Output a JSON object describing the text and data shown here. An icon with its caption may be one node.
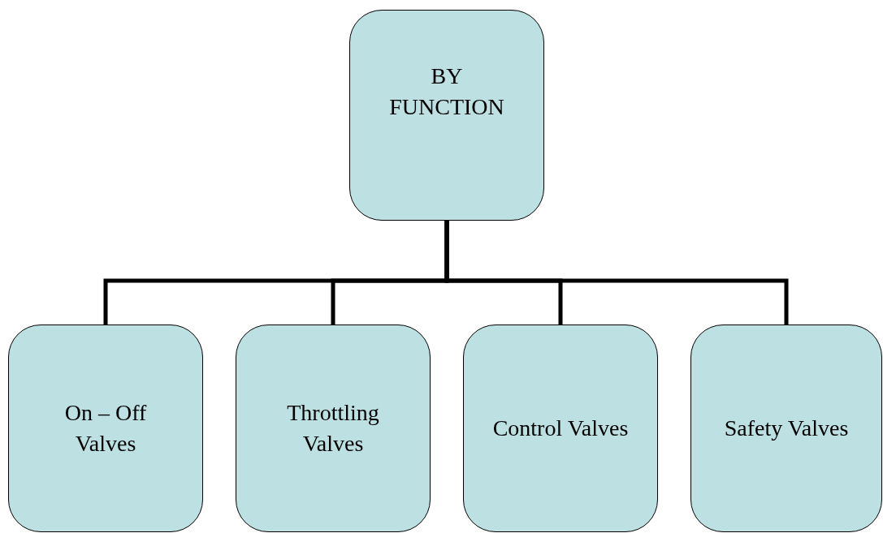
{
  "diagram": {
    "nodes": [
      {
        "text": [
          "BY FUNCTION"
        ]
      },
      {
        "text": [
          "On – Off Valves"
        ]
      },
      {
        "text": [
          "Throttling Valves"
        ]
      },
      {
        "text": [
          "Control Valves"
        ]
      },
      {
        "text": [
          "Safety Valves"
        ]
      }
    ],
    "edges": [
      {
        "from": 0,
        "to": 1,
        "arrow": "none"
      },
      {
        "from": 0,
        "to": 2,
        "arrow": "none"
      },
      {
        "from": 0,
        "to": 3,
        "arrow": "none"
      },
      {
        "from": 0,
        "to": 4,
        "arrow": "none"
      }
    ]
  }
}
